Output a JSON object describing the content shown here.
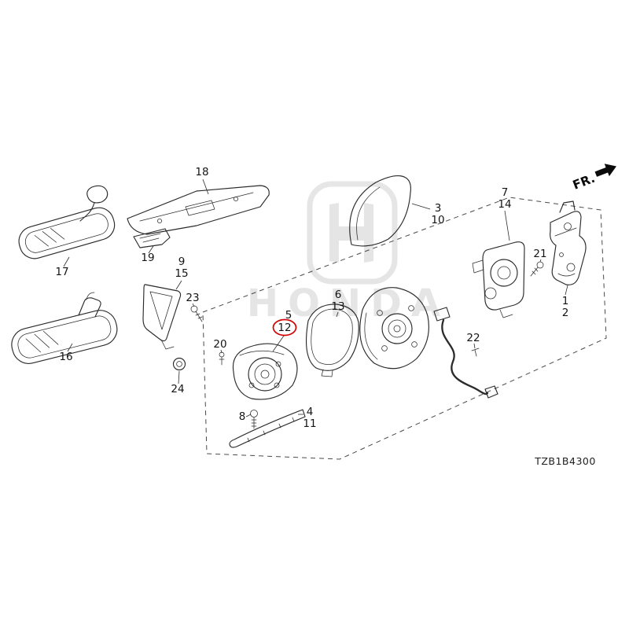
{
  "page": {
    "background": "#ffffff"
  },
  "diagram": {
    "code": "TZB1B4300",
    "fr_indicator": "FR.",
    "watermark": "HONDA",
    "line_color": "#2b2b2b",
    "highlight_color": "#d40000",
    "highlighted_callout": "12",
    "callouts": [
      {
        "num": "18"
      },
      {
        "num": "19"
      },
      {
        "num": "17"
      },
      {
        "num": "16"
      },
      {
        "num": "9"
      },
      {
        "num": "15"
      },
      {
        "num": "23"
      },
      {
        "num": "24"
      },
      {
        "num": "20"
      },
      {
        "num": "8"
      },
      {
        "num": "5"
      },
      {
        "num": "12",
        "highlighted": true
      },
      {
        "num": "6"
      },
      {
        "num": "13"
      },
      {
        "num": "3"
      },
      {
        "num": "10"
      },
      {
        "num": "4"
      },
      {
        "num": "11"
      },
      {
        "num": "7"
      },
      {
        "num": "14"
      },
      {
        "num": "21"
      },
      {
        "num": "1"
      },
      {
        "num": "2"
      },
      {
        "num": "22"
      }
    ]
  }
}
